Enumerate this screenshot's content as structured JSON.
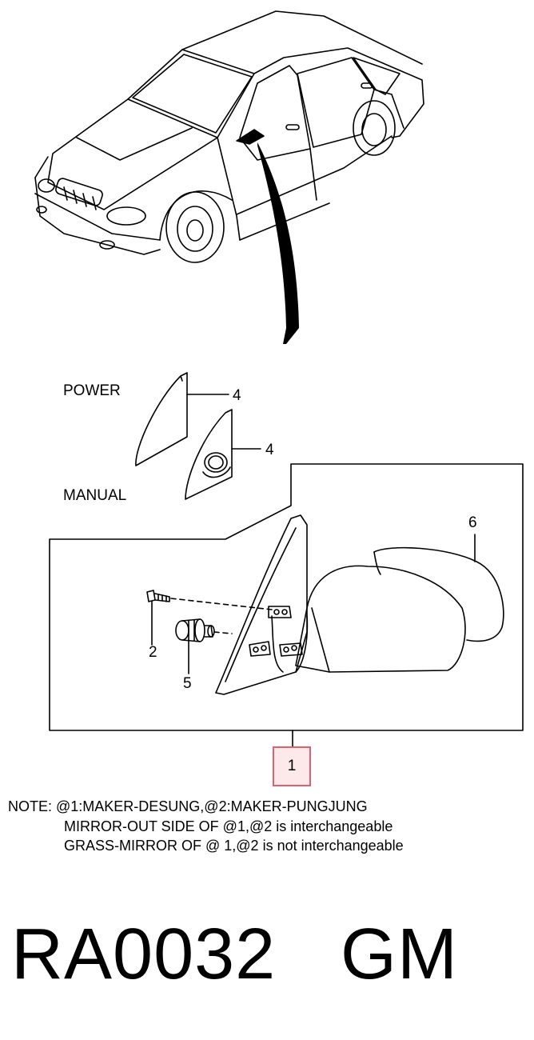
{
  "labels": {
    "power": "POWER",
    "manual": "MANUAL"
  },
  "callouts": {
    "c1": "1",
    "c2": "2",
    "c4a": "4",
    "c4b": "4",
    "c5": "5",
    "c6": "6"
  },
  "note": {
    "line1": "NOTE: @1:MAKER-DESUNG,@2:MAKER-PUNGJUNG",
    "line2": "MIRROR-OUT SIDE OF @1,@2 is interchangeable",
    "line3": "GRASS-MIRROR OF @ 1,@2 is not interchangeable"
  },
  "footer": {
    "part_code": "RA0032",
    "brand": "GM"
  },
  "colors": {
    "highlight_fill": "#fde8ea",
    "highlight_border": "#e06070",
    "line": "#000000"
  }
}
